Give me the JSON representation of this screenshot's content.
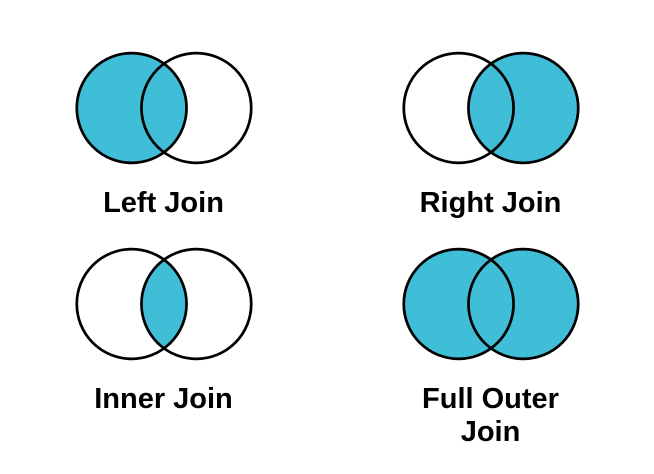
{
  "background_color": "#FFFFFF",
  "stroke_color": "#000000",
  "accent_fill_color": "#41BED7",
  "unfilled_color": "#FFFFFF",
  "diagrams": [
    {
      "label": "Left Join",
      "left_fill": "#41BED7",
      "right_fill": "#FFFFFF",
      "intersection_fill": "#41BED7"
    },
    {
      "label": "Right Join",
      "left_fill": "#FFFFFF",
      "right_fill": "#41BED7",
      "intersection_fill": "#41BED7"
    },
    {
      "label": "Inner Join",
      "left_fill": "#FFFFFF",
      "right_fill": "#FFFFFF",
      "intersection_fill": "#41BED7"
    },
    {
      "label": "Full Outer Join",
      "left_fill": "#41BED7",
      "right_fill": "#41BED7",
      "intersection_fill": "#41BED7"
    }
  ]
}
